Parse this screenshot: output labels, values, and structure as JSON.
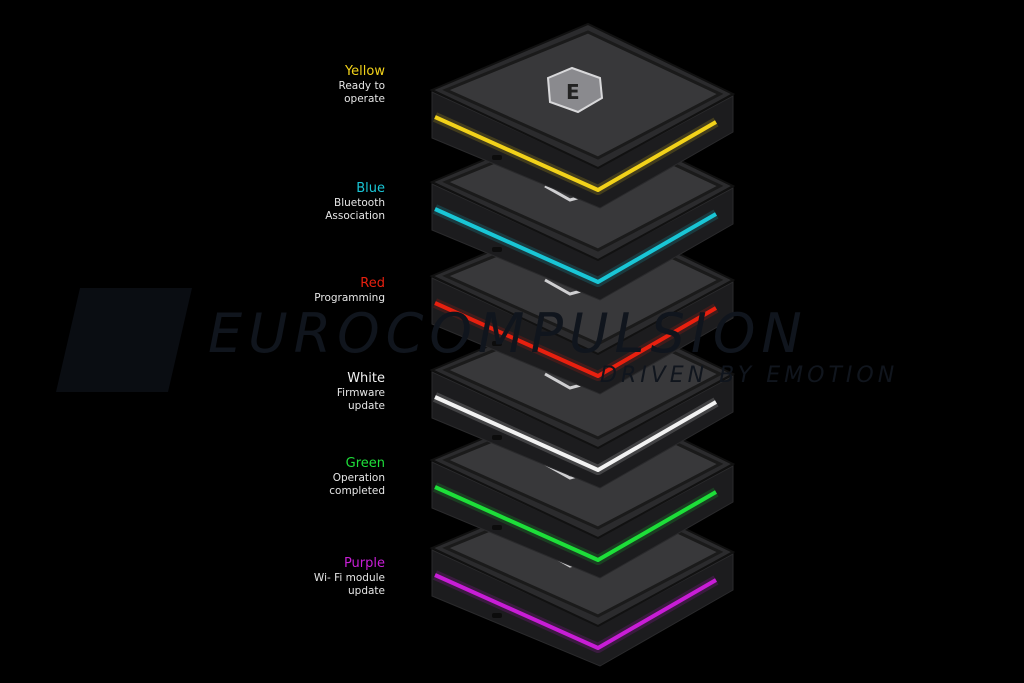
{
  "watermark": {
    "brand": "EUROCOMPULSION",
    "tagline": "DRIVEN BY EMOTION"
  },
  "states": [
    {
      "title": "Yellow",
      "desc": [
        "Ready to",
        "operate"
      ],
      "color": "#f2d21a"
    },
    {
      "title": "Blue",
      "desc": [
        "Bluetooth",
        "Association"
      ],
      "color": "#19c6d6"
    },
    {
      "title": "Red",
      "desc": [
        "Programming"
      ],
      "color": "#e8200f"
    },
    {
      "title": "White",
      "desc": [
        "Firmware",
        "update"
      ],
      "color": "#f2f2f2"
    },
    {
      "title": "Green",
      "desc": [
        "Operation",
        "completed"
      ],
      "color": "#1ee03a"
    },
    {
      "title": "Purple",
      "desc": [
        "Wi- Fi module",
        "update"
      ],
      "color": "#c81ed6"
    }
  ]
}
